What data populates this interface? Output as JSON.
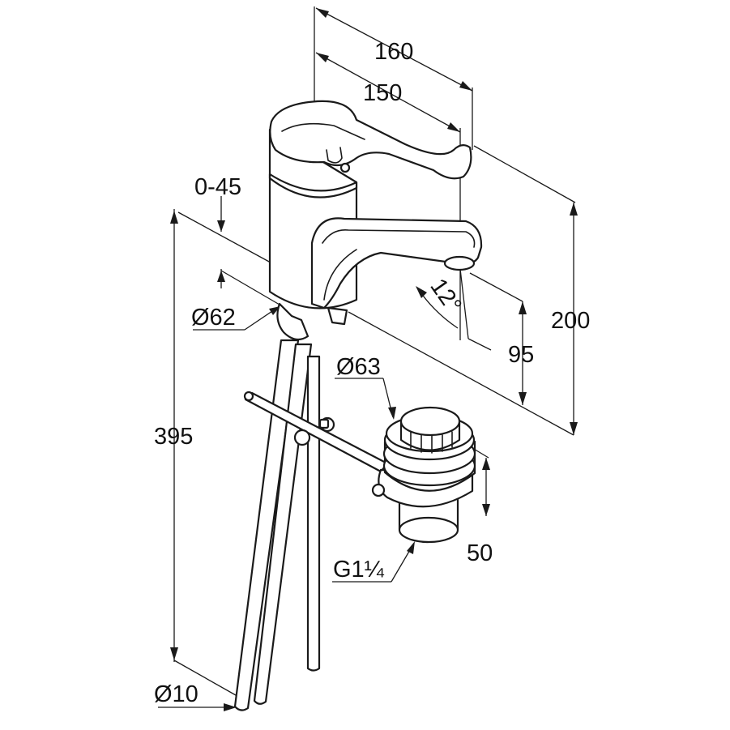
{
  "dimensions": {
    "d160": "160",
    "d150": "150",
    "d0_45": "0-45",
    "d200": "200",
    "d95": "95",
    "d12deg": "12°",
    "d62": "Ø62",
    "d63": "Ø63",
    "d395": "395",
    "d50": "50",
    "g114": "G1¼",
    "d10": "Ø10"
  }
}
